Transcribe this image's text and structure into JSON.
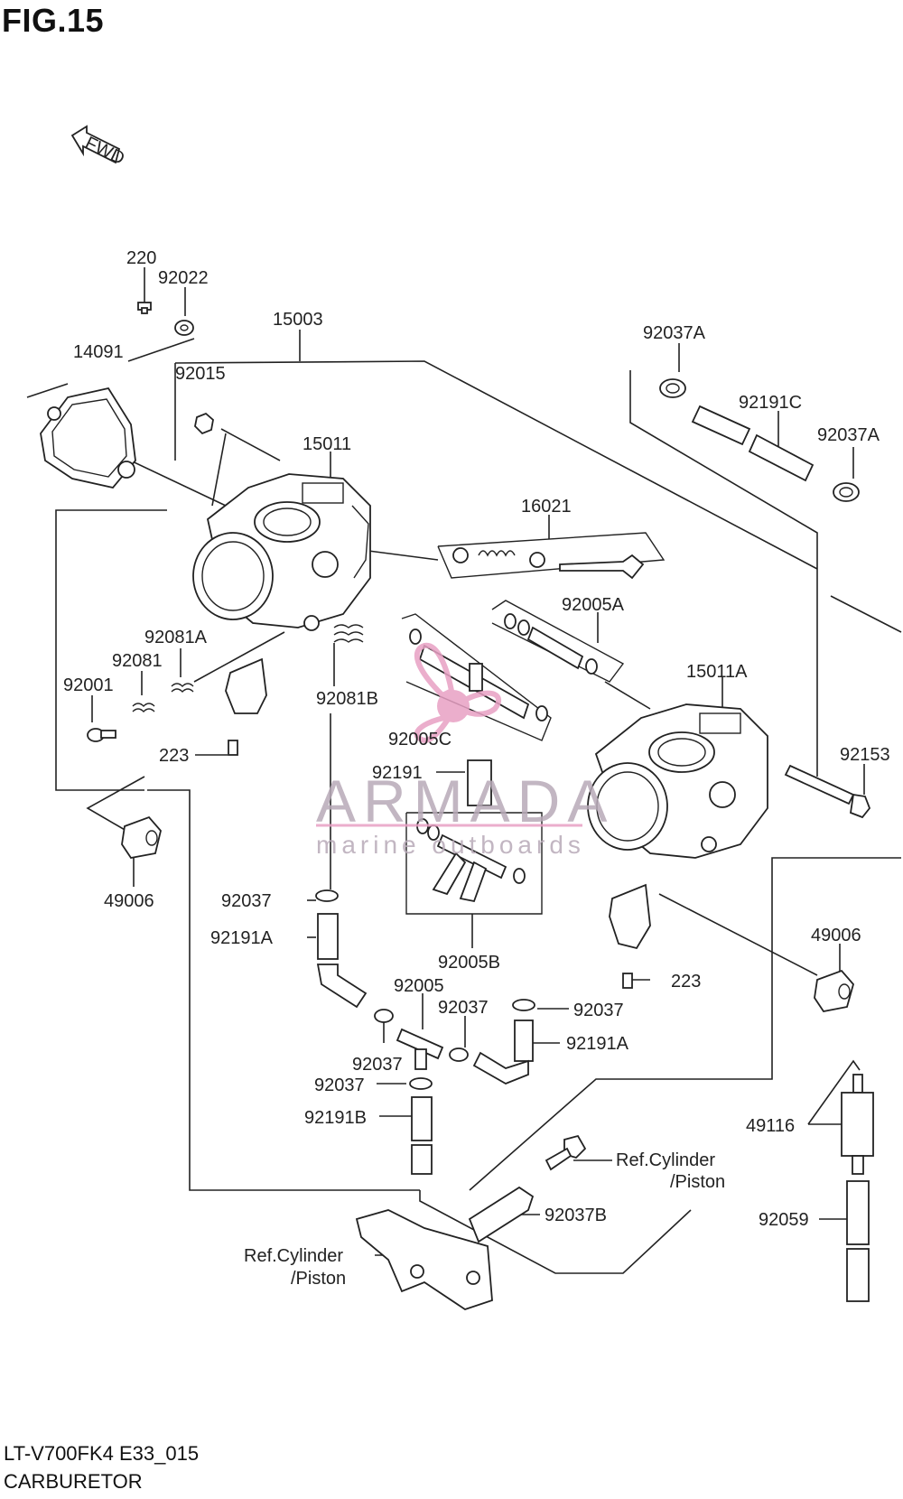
{
  "figure": {
    "title": "FIG.15",
    "code": "LT-V700FK4 E33_015",
    "name": "CARBURETOR",
    "direction_label": "FWD"
  },
  "watermark": {
    "brand": "ARMADA",
    "tagline": "marine outboards",
    "color": "#e8a0c4",
    "text_color": "#b8aab8"
  },
  "callouts": {
    "c220": "220",
    "c92022": "92022",
    "c15003": "15003",
    "c14091": "14091",
    "c92015": "92015",
    "c15011": "15011",
    "c92037A_1": "92037A",
    "c92191C": "92191C",
    "c92037A_2": "92037A",
    "c16021": "16021",
    "c92005A": "92005A",
    "c15011A": "15011A",
    "c92081A": "92081A",
    "c92081": "92081",
    "c92001": "92001",
    "c92081B": "92081B",
    "c223_1": "223",
    "c92005C": "92005C",
    "c92191": "92191",
    "c92153": "92153",
    "c49006_1": "49006",
    "c92037_1": "92037",
    "c92191A_1": "92191A",
    "c92005B": "92005B",
    "c49006_2": "49006",
    "c223_2": "223",
    "c92005": "92005",
    "c92037_2": "92037",
    "c92037_3": "92037",
    "c92037_4": "92037",
    "c92191A_2": "92191A",
    "c92037_5": "92037",
    "c92191B": "92191B",
    "c49116": "49116",
    "c_ref1": "Ref.Cylinder",
    "c_ref1b": "/Piston",
    "c92037B": "92037B",
    "c92059": "92059",
    "c_ref2": "Ref.Cylinder",
    "c_ref2b": "/Piston"
  }
}
